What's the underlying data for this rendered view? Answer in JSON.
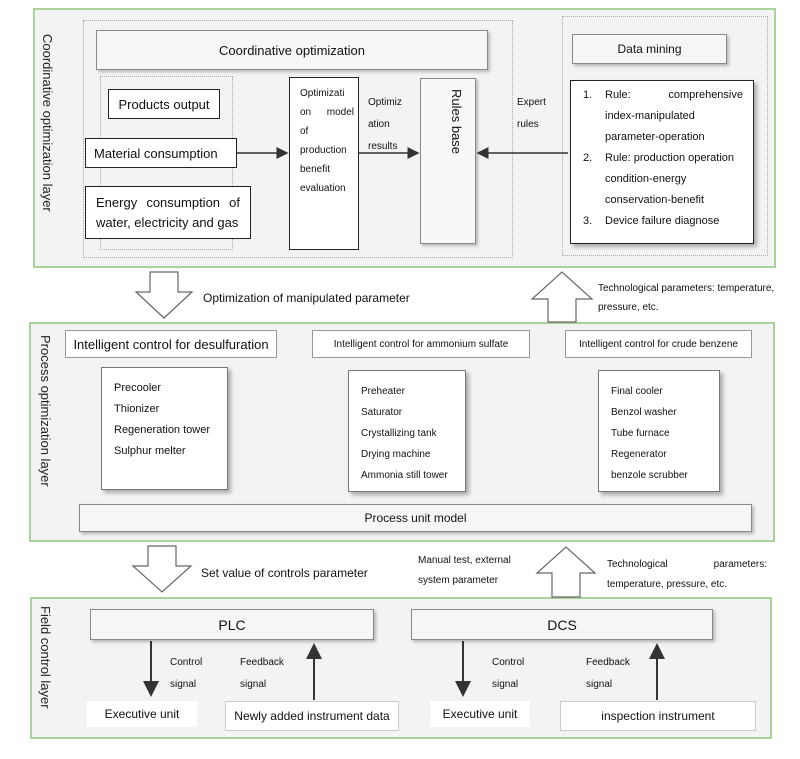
{
  "layers": {
    "coordinative": "Coordinative optimization layer",
    "process": "Process optimization layer",
    "field": "Field control layer"
  },
  "coord": {
    "title": "Coordinative optimization",
    "products": "Products output",
    "material": "Material consumption",
    "energy_l1": "Energy consumption of",
    "energy_l2": "water, electricity and gas",
    "optimization_model": [
      "Optimizati",
      "on model",
      "of",
      "production",
      "benefit",
      "evaluation"
    ],
    "opt_results": [
      "Optimiz",
      "ation results"
    ],
    "rules_base": "Rules base",
    "expert_rules": [
      "Expert",
      "rules"
    ],
    "data_mining": "Data mining",
    "rules_list": [
      {
        "num": "1.",
        "lines": [
          "Rule: comprehensive",
          "index-manipulated",
          "parameter-operation"
        ]
      },
      {
        "num": "2.",
        "lines": [
          "Rule: production operation",
          "condition-energy",
          "conservation-benefit"
        ]
      },
      {
        "num": "3.",
        "lines": [
          "Device failure diagnose"
        ]
      }
    ]
  },
  "between1": {
    "down_label": "Optimization of manipulated parameter",
    "up_label": [
      "Technological parameters: temperature,",
      "pressure, etc."
    ]
  },
  "process": {
    "ctrl_desulf": "Intelligent control for desulfuration",
    "ctrl_ammonium": "Intelligent control for ammonium sulfate",
    "ctrl_benzene": "Intelligent control for crude benzene",
    "desulf_items": [
      "Precooler",
      "Thionizer",
      "Regeneration tower",
      "Sulphur melter"
    ],
    "ammonium_items": [
      "Preheater",
      "Saturator",
      "Crystallizing tank",
      "Drying machine",
      "Ammonia still tower"
    ],
    "benzene_items": [
      "Final cooler",
      "Benzol washer",
      "Tube furnace",
      "Regenerator",
      "benzole scrubber"
    ],
    "unit_model": "Process unit model"
  },
  "between2": {
    "down_label": "Set value of controls parameter",
    "manual_label": [
      "Manual test, external",
      "system parameter"
    ],
    "up_label": [
      "Technological parameters:",
      "temperature, pressure, etc."
    ]
  },
  "field": {
    "plc": "PLC",
    "dcs": "DCS",
    "control_signal": [
      "Control",
      "signal"
    ],
    "feedback_signal": [
      "Feedback",
      "signal"
    ],
    "executive_unit": "Executive unit",
    "newly_added": "Newly added instrument data",
    "inspection": "inspection instrument"
  },
  "colors": {
    "layer_border": "#a9d39a",
    "layer_fill": "#f3f3f3",
    "arrow": "#333333"
  }
}
